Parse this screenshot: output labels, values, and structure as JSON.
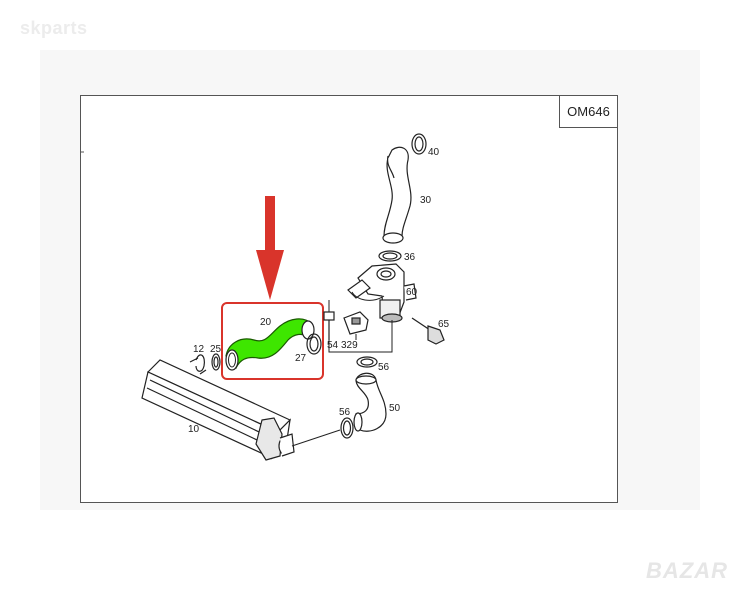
{
  "watermarks": {
    "top_left": "skparts",
    "bottom_right": "BAZAR"
  },
  "model_code": "OM646",
  "highlight": {
    "color": "#3ee600",
    "box_color": "#d9342b",
    "arrow_color": "#d9342b"
  },
  "part_labels": {
    "p10": "10",
    "p12": "12",
    "p20": "20",
    "p25": "25",
    "p27": "27",
    "p30": "30",
    "p36": "36",
    "p40": "40",
    "p50": "50",
    "p54": "54",
    "p56a": "56",
    "p56b": "56",
    "p60": "60",
    "p65": "65",
    "p329": "329"
  }
}
